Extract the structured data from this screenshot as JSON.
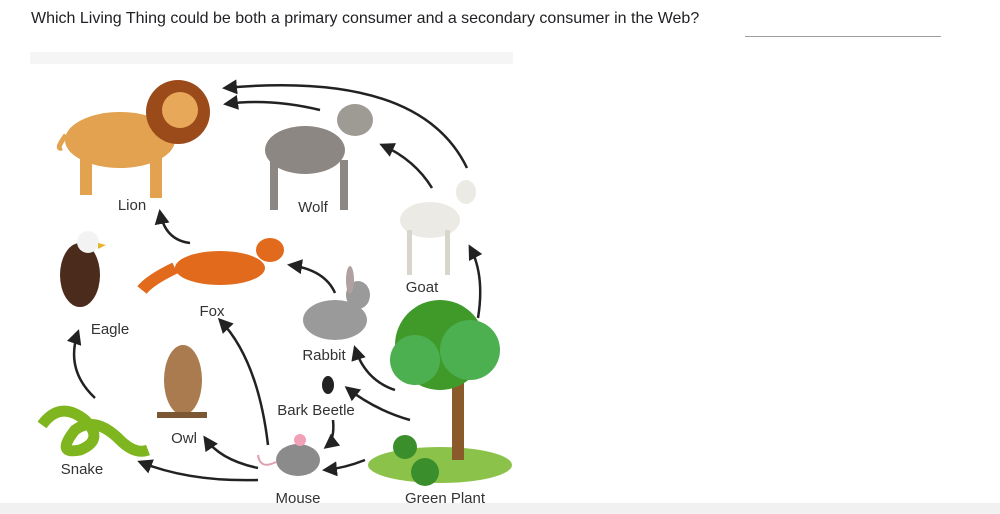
{
  "question": {
    "text": "Which Living Thing could be both a primary consumer and a secondary consumer in the Web?",
    "answer_value": "",
    "answer_placeholder": ""
  },
  "food_web": {
    "labels": {
      "lion": "Lion",
      "wolf": "Wolf",
      "goat": "Goat",
      "fox": "Fox",
      "eagle": "Eagle",
      "rabbit": "Rabbit",
      "bark_beetle": "Bark Beetle",
      "owl": "Owl",
      "snake": "Snake",
      "mouse": "Mouse",
      "green_plant": "Green Plant"
    }
  }
}
